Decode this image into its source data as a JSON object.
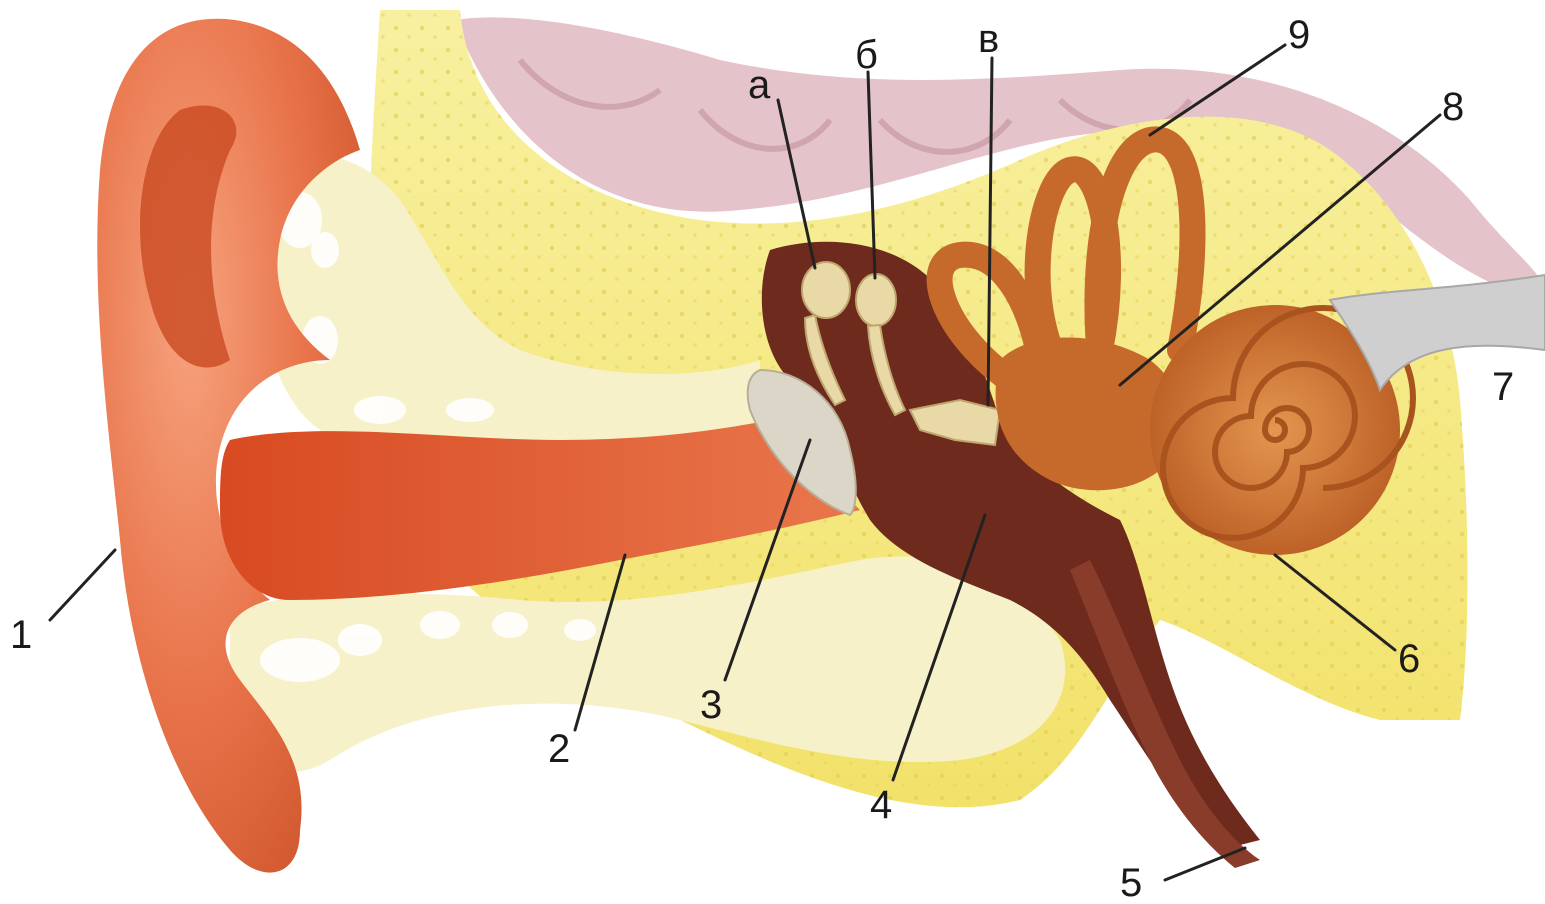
{
  "diagram": {
    "labels": {
      "l1": "1",
      "l2": "2",
      "l3": "3",
      "l4": "4",
      "l5": "5",
      "l6": "6",
      "l7": "7",
      "l8": "8",
      "l9": "9",
      "la": "а",
      "lb": "б",
      "lv": "в"
    }
  },
  "colors": {
    "auricle": "#e8734a",
    "canal": "#e05a2e",
    "bone": "#f4ec8a",
    "bone_pale": "#f7f1c9",
    "cavity": "#6e2a1c",
    "ossicle": "#e9d9a6",
    "cochlea": "#d9823e",
    "labyrinth": "#c66a2c",
    "brain": "#e2bcc4",
    "nerve": "#cfcfcf"
  }
}
